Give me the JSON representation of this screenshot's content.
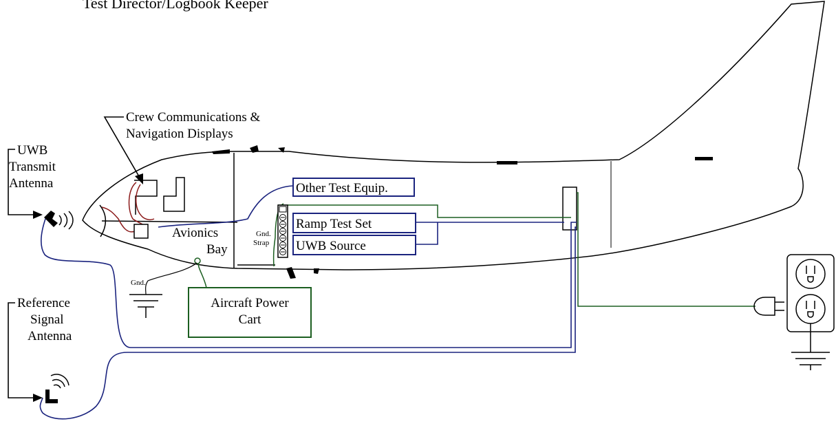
{
  "labels": {
    "header": "Test Director/Logbook Keeper",
    "crew": "Crew Communications &",
    "crew2": "Navigation Displays",
    "uwb_tx_1": "UWB",
    "uwb_tx_2": "Transmit",
    "uwb_tx_3": "Antenna",
    "ref_1": "Reference",
    "ref_2": "Signal",
    "ref_3": "Antenna",
    "avionics_1": "Avionics",
    "avionics_2": "Bay",
    "gnd": "Gnd.",
    "gnd_strap_1": "Gnd.",
    "gnd_strap_2": "Strap",
    "other": "Other Test Equip.",
    "ramp": "Ramp Test Set",
    "uwb_source": "UWB Source",
    "power_1": "Aircraft Power",
    "power_2": "Cart"
  },
  "colors": {
    "outline": "#000000",
    "blue": "#1a237e",
    "green": "#1b5e20",
    "red": "#8b1a1a"
  }
}
